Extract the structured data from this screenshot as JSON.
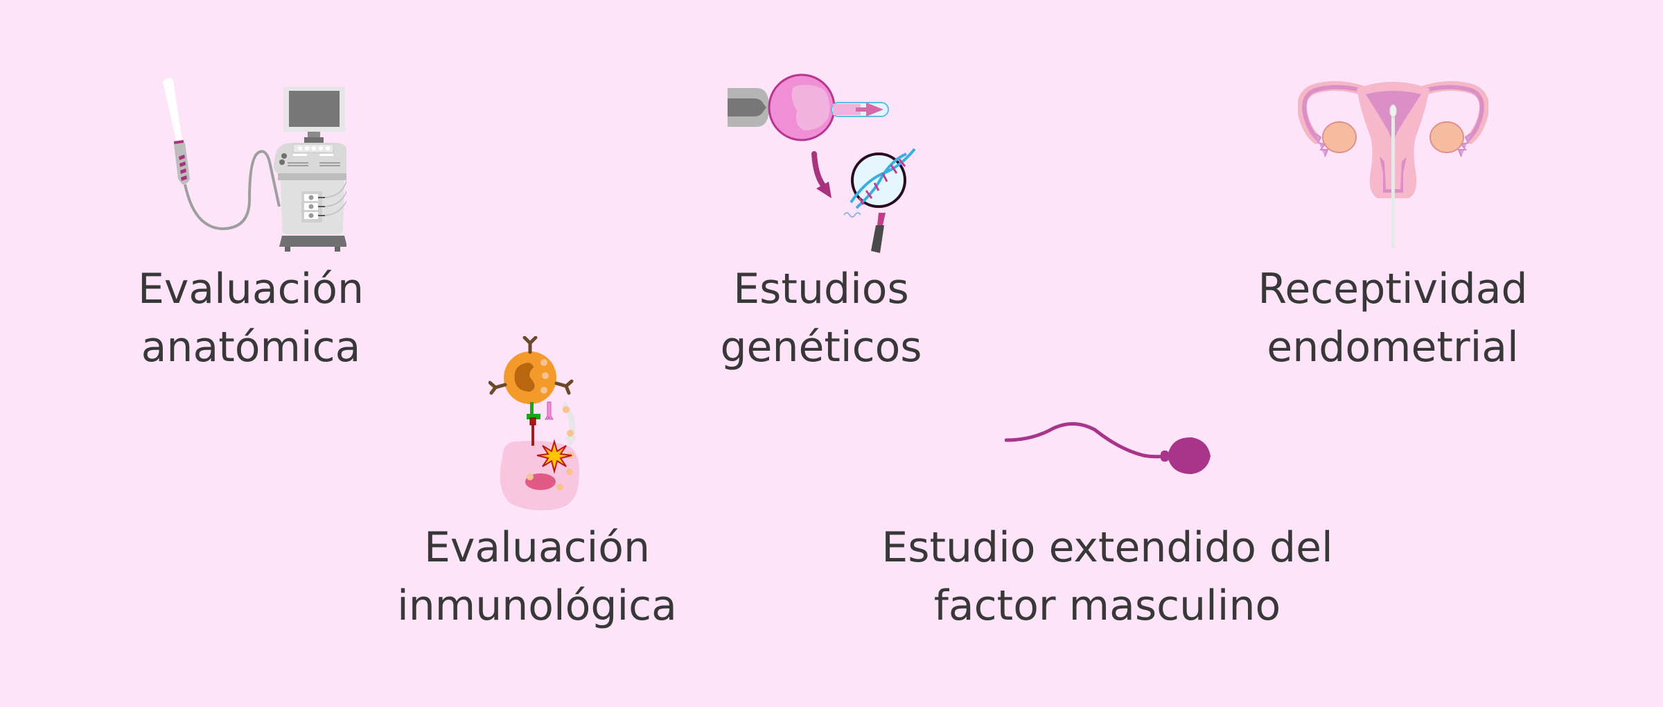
{
  "background_color": "#fde4f9",
  "text_color": "#383838",
  "items": [
    {
      "id": "anatomical",
      "icon": "ultrasound-machine-icon",
      "lines": [
        "Evaluación",
        "anatómica"
      ]
    },
    {
      "id": "genetic",
      "icon": "embryo-biopsy-dna-magnifier-icon",
      "lines": [
        "Estudios",
        "genéticos"
      ]
    },
    {
      "id": "endometrial",
      "icon": "uterus-catheter-icon",
      "lines": [
        "Receptividad",
        "endometrial"
      ]
    },
    {
      "id": "immunological",
      "icon": "immune-cell-attack-icon",
      "lines": [
        "Evaluación",
        "inmunológica"
      ]
    },
    {
      "id": "male-factor",
      "icon": "sperm-icon",
      "lines": [
        "Estudio extendido del",
        "factor masculino"
      ]
    }
  ]
}
